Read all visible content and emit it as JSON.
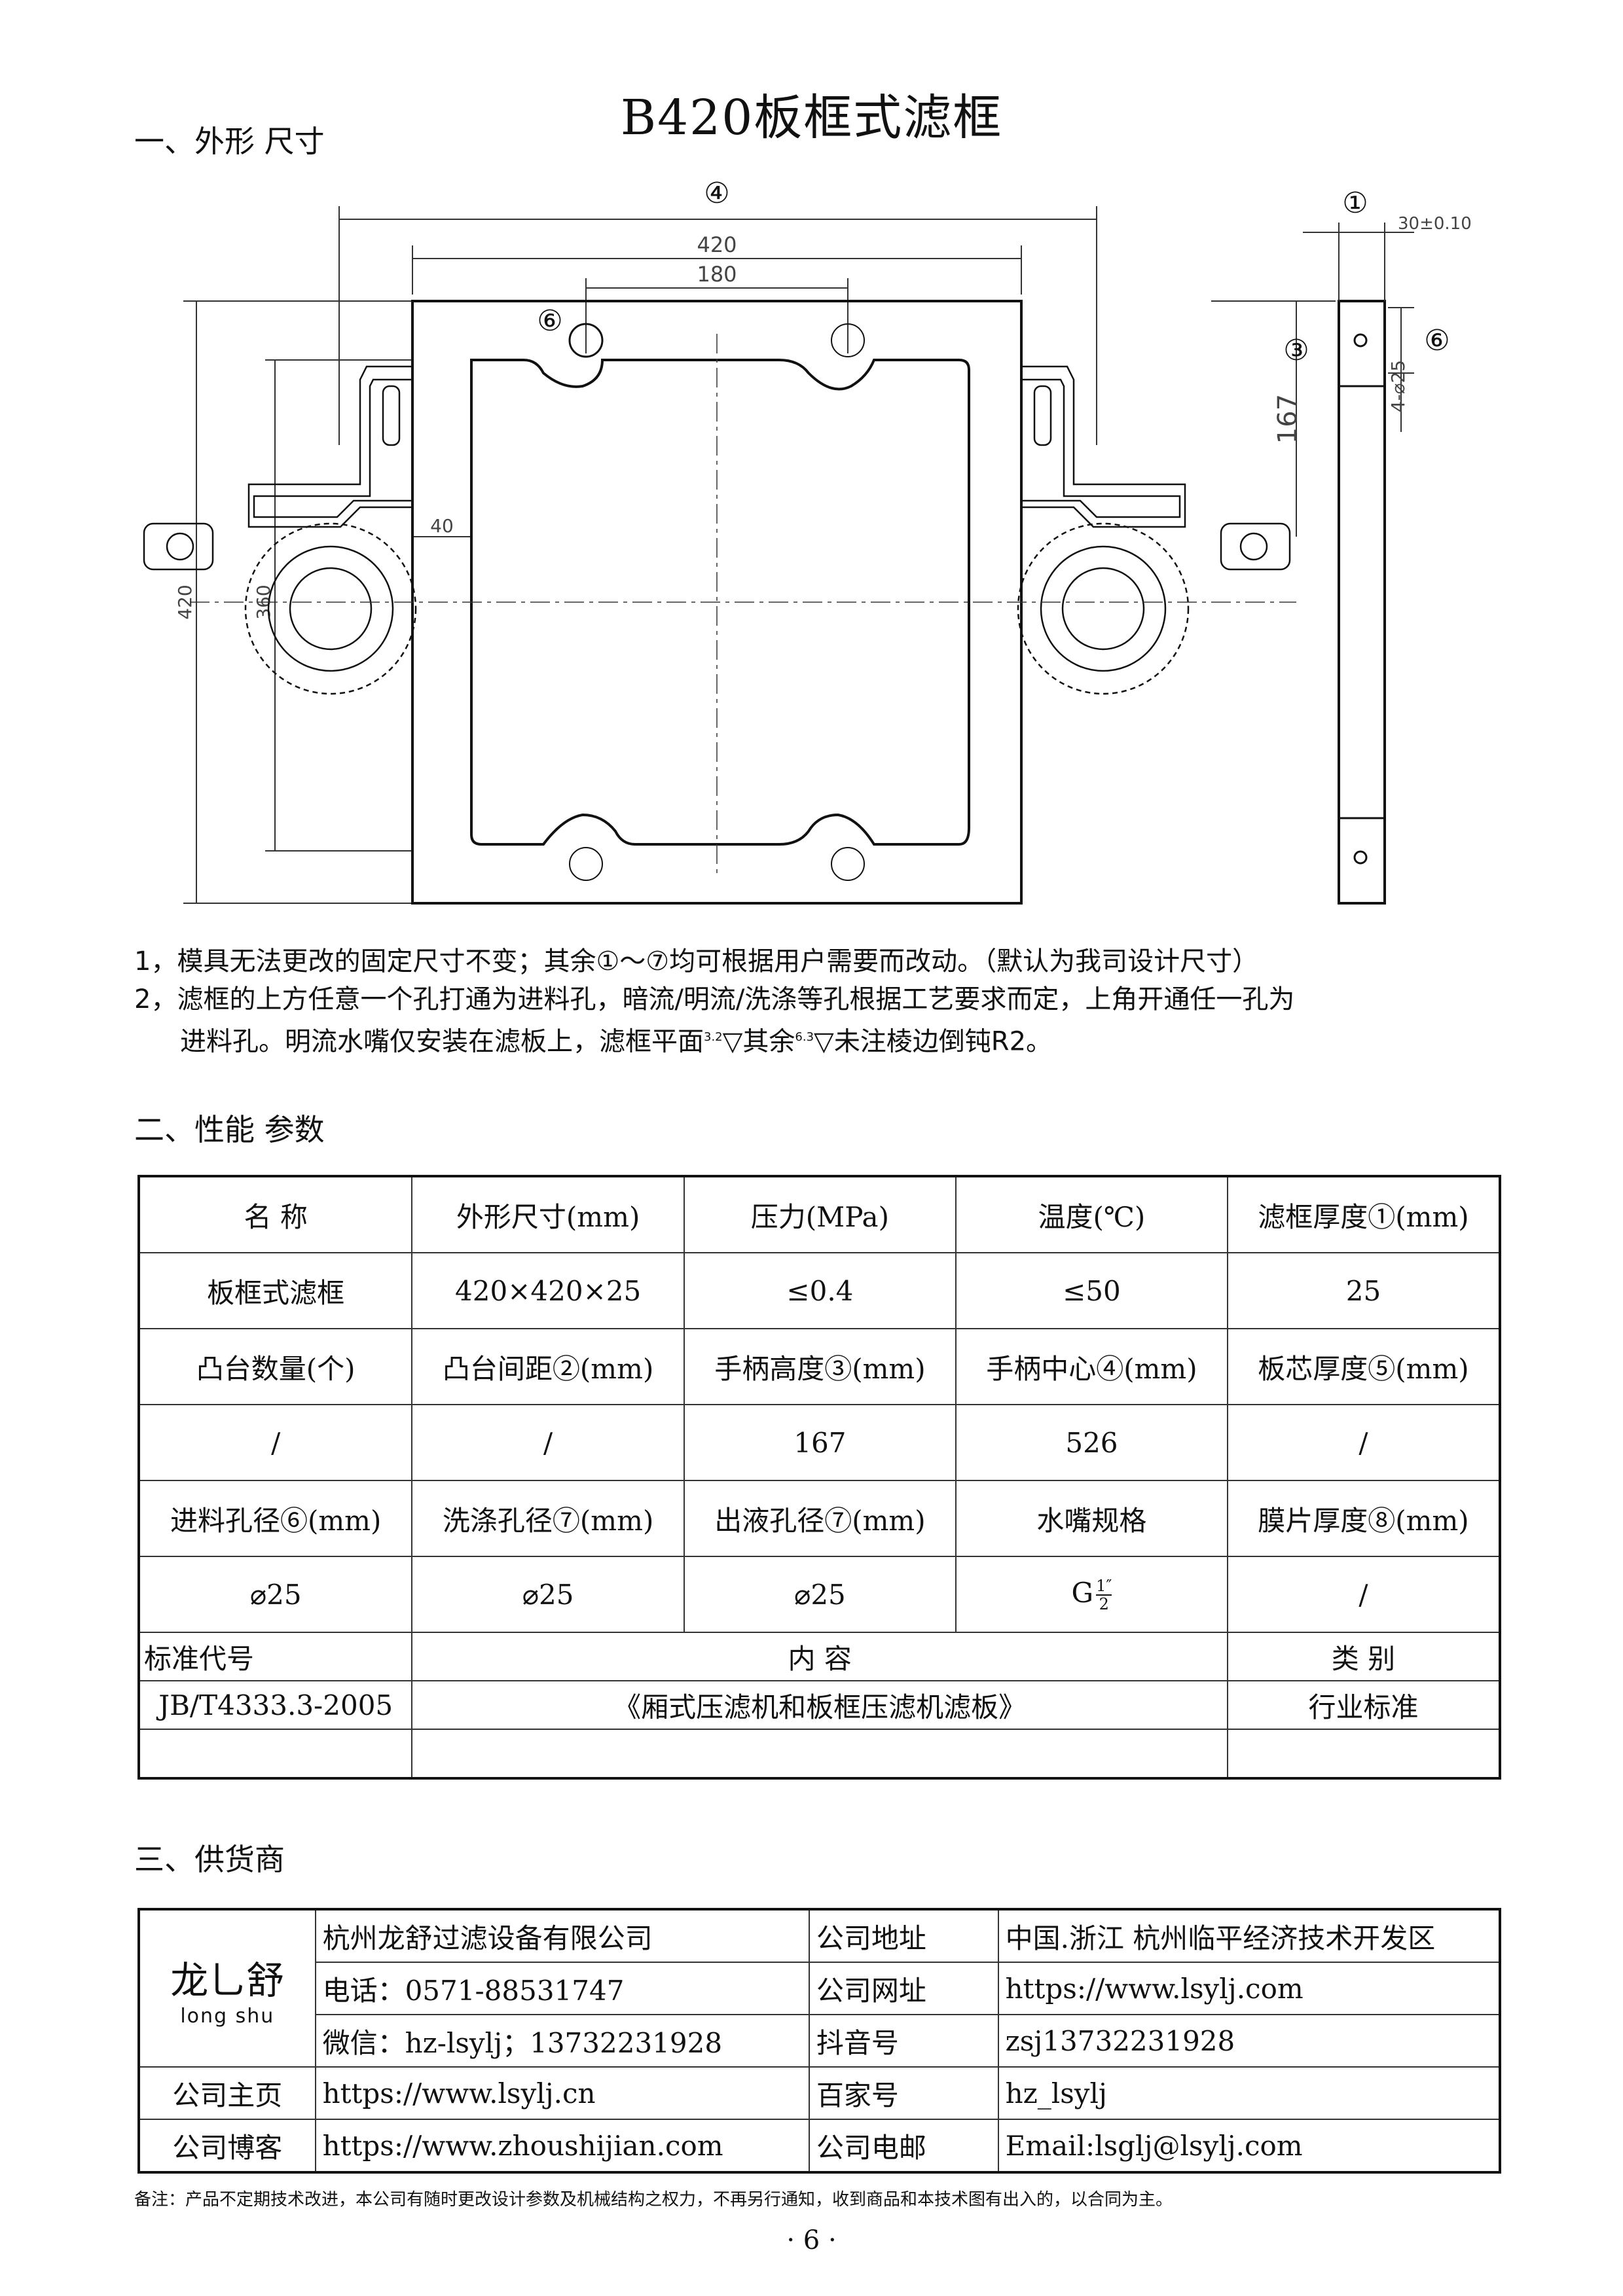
{
  "title": "B420板框式滤框",
  "section1": "一、外形 尺寸",
  "drawing": {
    "dim_total_marker": "④",
    "dim_420": "420",
    "dim_180": "180",
    "dim_40": "40",
    "dim_420_v": "420",
    "dim_360_v": "360",
    "marker_6": "⑥",
    "side_marker_1": "①",
    "side_tol": "30±0.10",
    "side_marker_6": "⑥",
    "side_marker_3": "③",
    "dim_167": "167",
    "dim_hole": "4-⌀25"
  },
  "notes": [
    "1，模具无法更改的固定尺寸不变；其余①～⑦均可根据用户需要而改动。（默认为我司设计尺寸）",
    "2，滤框的上方任意一个孔打通为进料孔，暗流/明流/洗涤等孔根据工艺要求而定，上角开通任一孔为"
  ],
  "note3_prefix": "进料孔。明流水嘴仅安装在滤板上，滤框平面",
  "note3_r1": "3.2",
  "note3_mid": "其余",
  "note3_r2": "6.3",
  "note3_suffix": "未注棱边倒钝R2。",
  "section2": "二、性能 参数",
  "spec": {
    "h1": [
      "名  称",
      "外形尺寸(mm)",
      "压力(MPa)",
      "温度(℃)",
      "滤框厚度①(mm)"
    ],
    "r1": [
      "板框式滤框",
      "420×420×25",
      "≤0.4",
      "≤50",
      "25"
    ],
    "h2": [
      "凸台数量(个)",
      "凸台间距②(mm)",
      "手柄高度③(mm)",
      "手柄中心④(mm)",
      "板芯厚度⑤(mm)"
    ],
    "r2": [
      "/",
      "/",
      "167",
      "526",
      "/"
    ],
    "h3": [
      "进料孔径⑥(mm)",
      "洗涤孔径⑦(mm)",
      "出液孔径⑦(mm)",
      "水嘴规格",
      "膜片厚度⑧(mm)"
    ],
    "r3": [
      "⌀25",
      "⌀25",
      "⌀25",
      "G",
      "/"
    ],
    "nozzle_num": "1″",
    "nozzle_den": "2",
    "std_h": [
      "标准代号",
      "内          容",
      "类     别"
    ],
    "std_r": [
      "JB/T4333.3-2005",
      "《厢式压滤机和板框压滤机滤板》",
      "行业标准"
    ]
  },
  "section3": "三、供货商",
  "supplier": {
    "logo": "龙乚舒",
    "logo_sub": "long shu",
    "company": "杭州龙舒过滤设备有限公司",
    "phone": "电话：0571-88531747",
    "wechat": "微信：hz-lsylj；13732231928",
    "addr_label": "公司地址",
    "addr": "中国.浙江 杭州临平经济技术开发区",
    "web_label": "公司网址",
    "web": "https://www.lsylj.com",
    "douyin_label": "抖音号",
    "douyin": "zsj13732231928",
    "home_label": "公司主页",
    "home": "https://www.lsylj.cn",
    "baijia_label": "百家号",
    "baijia": "hz_lsylj",
    "blog_label": "公司博客",
    "blog": "https://www.zhoushijian.com",
    "email_label": "公司电邮",
    "email": "Email:lsglj@lsylj.com"
  },
  "footnote": "备注：产品不定期技术改进，本公司有随时更改设计参数及机械结构之权力，不再另行通知，收到商品和本技术图有出入的，以合同为主。",
  "page_no": "· 6 ·"
}
